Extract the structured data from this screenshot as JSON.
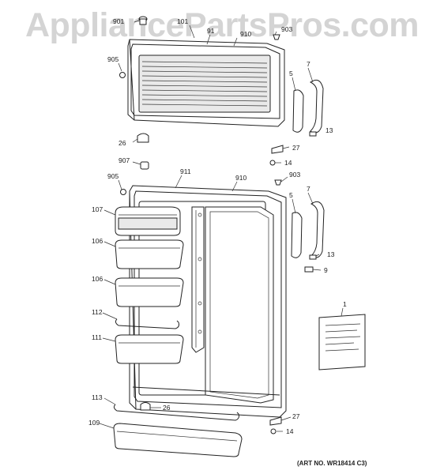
{
  "watermark": "AppliancePartsPros.com",
  "art_number": "(ART NO. WR18414 C3)",
  "labels": {
    "l901": "901",
    "l101": "101",
    "l91": "91",
    "l910a": "910",
    "l903a": "903",
    "l905a": "905",
    "l5a": "5",
    "l7a": "7",
    "l13a": "13",
    "l26a": "26",
    "l27a": "27",
    "l14a": "14",
    "l907": "907",
    "l905b": "905",
    "l911": "911",
    "l910b": "910",
    "l903b": "903",
    "l5b": "5",
    "l7b": "7",
    "l107": "107",
    "l106a": "106",
    "l106b": "106",
    "l13b": "13",
    "l9": "9",
    "l112": "112",
    "l111": "111",
    "l1": "1",
    "l113": "113",
    "l26b": "26",
    "l27b": "27",
    "l109": "109",
    "l14b": "14"
  }
}
